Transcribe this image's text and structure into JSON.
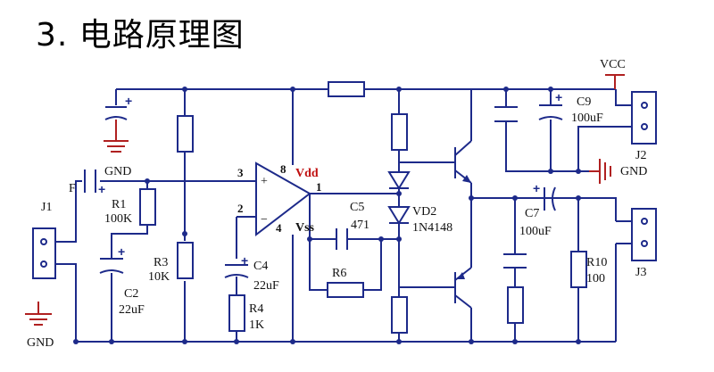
{
  "title": "3. 电路原理图",
  "power": {
    "vcc": "VCC",
    "gnd": "GND",
    "vdd": "Vdd",
    "vss": "Vss"
  },
  "connectors": {
    "j1": "J1",
    "j2": "J2",
    "j3": "J3"
  },
  "components": {
    "r1": {
      "name": "R1",
      "value": "100K"
    },
    "r3": {
      "name": "R3",
      "value": "10K"
    },
    "r4": {
      "name": "R4",
      "value": "1K"
    },
    "r6": {
      "name": "R6"
    },
    "r10": {
      "name": "R10",
      "value": "100"
    },
    "c2": {
      "name": "C2",
      "value": "22uF"
    },
    "c4": {
      "name": "C4",
      "value": "22uF"
    },
    "c5": {
      "name": "C5",
      "value": "471"
    },
    "c7": {
      "name": "C7",
      "value": "100uF"
    },
    "c9": {
      "name": "C9",
      "value": "100uF"
    },
    "vd2": {
      "name": "VD2",
      "value": "1N4148"
    }
  },
  "pins": {
    "p8": "8",
    "p3": "3",
    "p2": "2",
    "p4": "4",
    "p1": "1"
  },
  "opamp_signs": {
    "plus": "+",
    "minus": "−"
  },
  "cap_plus": "+",
  "input_cap_mark": "F"
}
